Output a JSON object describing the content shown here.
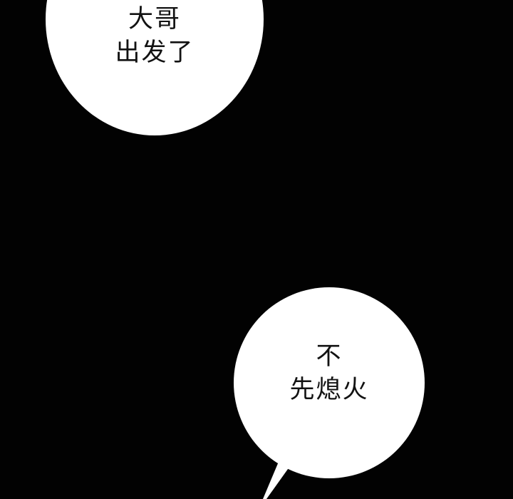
{
  "panel": {
    "background_color": "#020202",
    "bubble_color": "#ffffff",
    "text_color": "#121212"
  },
  "bubbles": [
    {
      "position": "top-left",
      "lines": [
        "大哥",
        "出发了"
      ]
    },
    {
      "position": "bottom-right",
      "lines": [
        "不",
        "先熄火"
      ]
    }
  ]
}
